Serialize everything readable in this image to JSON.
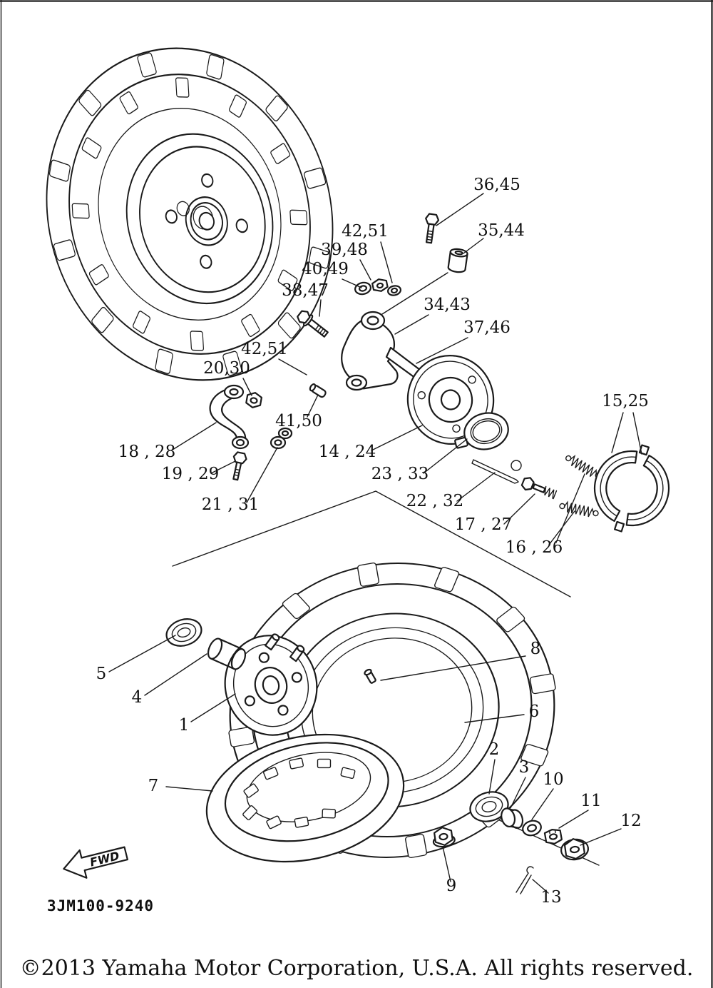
{
  "document": {
    "copyright": "©2013 Yamaha Motor Corporation, U.S.A. All rights reserved.",
    "diagram_code": "3JM100-9240",
    "direction_label": "FWD"
  },
  "callouts": [
    {
      "label": "36,45"
    },
    {
      "label": "35,44"
    },
    {
      "label": "42,51"
    },
    {
      "label": "39,48"
    },
    {
      "label": "40,49"
    },
    {
      "label": "38,47"
    },
    {
      "label": "34,43"
    },
    {
      "label": "37,46"
    },
    {
      "label": "42,51"
    },
    {
      "label": "20,30"
    },
    {
      "label": "41,50"
    },
    {
      "label": "18 , 28"
    },
    {
      "label": "14 , 24"
    },
    {
      "label": "19 , 29"
    },
    {
      "label": "23 , 33"
    },
    {
      "label": "21 , 31"
    },
    {
      "label": "22 , 32"
    },
    {
      "label": "17 , 27"
    },
    {
      "label": "16 , 26"
    },
    {
      "label": "15,25"
    },
    {
      "label": "8"
    },
    {
      "label": "5"
    },
    {
      "label": "4"
    },
    {
      "label": "1"
    },
    {
      "label": "6"
    },
    {
      "label": "7"
    },
    {
      "label": "2"
    },
    {
      "label": "3"
    },
    {
      "label": "10"
    },
    {
      "label": "11"
    },
    {
      "label": "12"
    },
    {
      "label": "9"
    },
    {
      "label": "13"
    }
  ]
}
